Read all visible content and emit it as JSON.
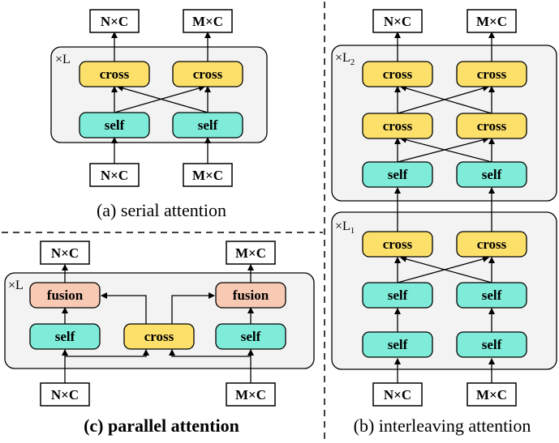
{
  "labels": {
    "nc": "N×C",
    "mc": "M×C",
    "cross": "cross",
    "self": "self",
    "fusion": "fusion",
    "repeat_L": "×L",
    "repeat_L1": "×L",
    "repeat_L1_sub": "1",
    "repeat_L2": "×L",
    "repeat_L2_sub": "2"
  },
  "captions": {
    "a": "(a) serial attention",
    "b": "(b) interleaving attention",
    "c": "(c) parallel attention"
  },
  "colors": {
    "cross": "#FCE06A",
    "self": "#7FEBD9",
    "fusion": "#F8C9B3",
    "panel": "#F3F3F3"
  }
}
